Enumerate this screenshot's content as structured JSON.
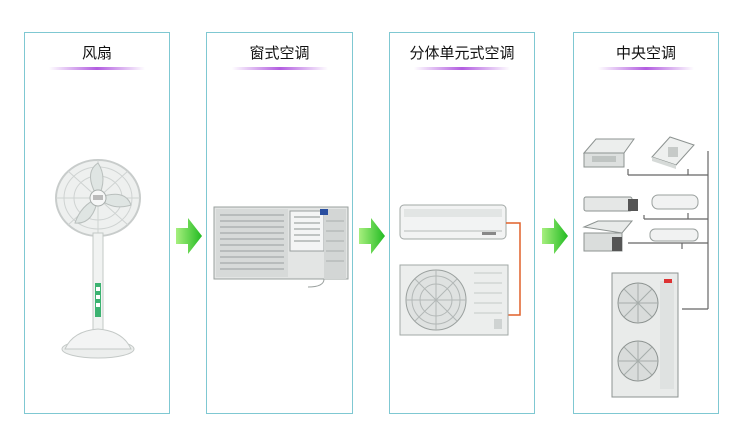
{
  "panels": [
    {
      "title": "风扇"
    },
    {
      "title": "窗式空调"
    },
    {
      "title": "分体单元式空调"
    },
    {
      "title": "中央空调"
    }
  ],
  "colors": {
    "border": "#7fc8d2",
    "arrow": "#33cc33",
    "title_rule": "#b25ce0",
    "pipe": "#e0602a",
    "duct": "#666666"
  },
  "icons": [
    "fan-image",
    "window-ac-image",
    "split-indoor-unit",
    "split-outdoor-unit",
    "central-ac-diagram",
    "green-arrow-icon"
  ]
}
